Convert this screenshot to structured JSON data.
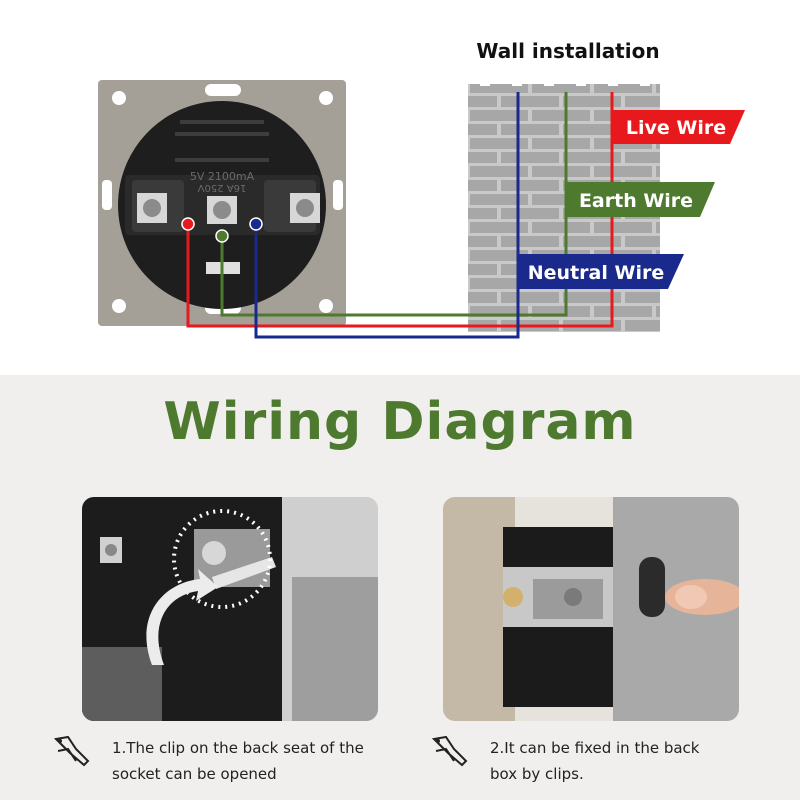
{
  "wall_title": "Wall installation",
  "wires": {
    "live": {
      "label": "Live Wire",
      "color": "#e8191c"
    },
    "earth": {
      "label": "Earth Wire",
      "color": "#4e7a2f"
    },
    "neutral": {
      "label": "Neutral Wire",
      "color": "#1a2a8c"
    }
  },
  "socket_marking": {
    "line1": "5V 2100mA",
    "line2": "16A 250V"
  },
  "main_title": "Wiring Diagram",
  "steps": [
    {
      "text": "1.The clip on the back seat of the socket can be opened",
      "icon": "clip-icon"
    },
    {
      "text": "2.It can be fixed in the back box by clips.",
      "icon": "clip-icon"
    }
  ]
}
